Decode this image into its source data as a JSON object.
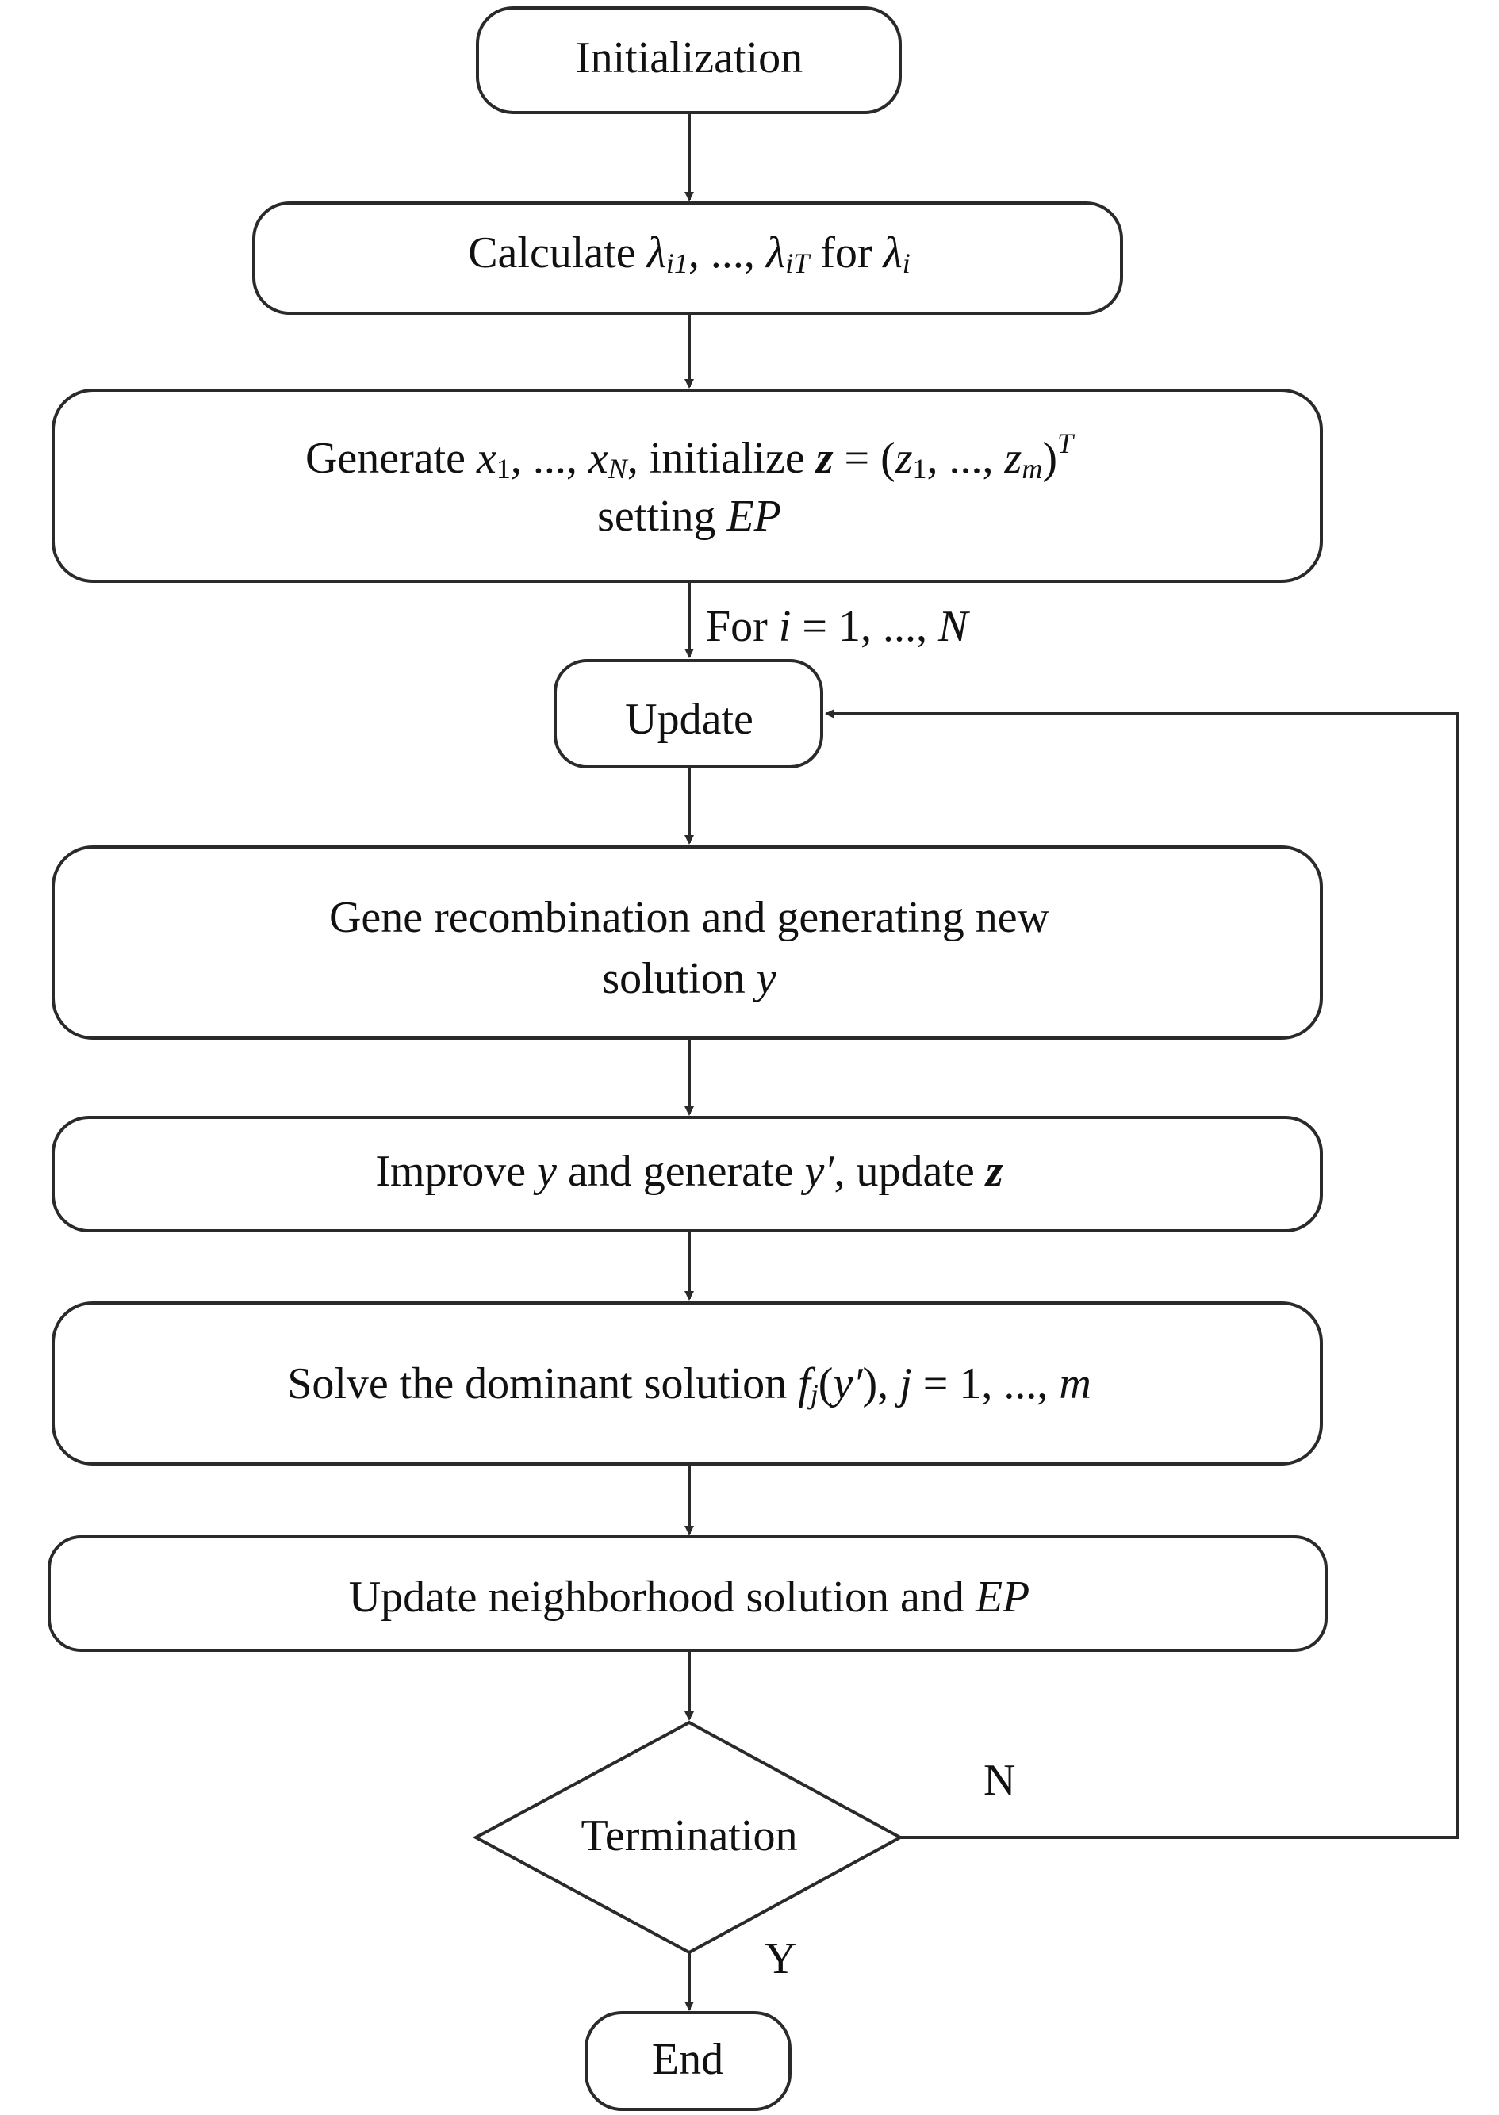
{
  "nodes": {
    "initialization": "Initialization",
    "calculate": {
      "prefix": "Calculate ",
      "lambda": "λ",
      "sub_i1": "i1",
      "sep": ", ..., ",
      "sub_iT": "iT",
      "for": " for ",
      "sub_i": "i"
    },
    "generate": {
      "prefix": "Generate ",
      "x": "x",
      "sub1": "1",
      "sep": ", ..., ",
      "subN": "N",
      "init": ", initialize ",
      "z": "z",
      "eq_open": " = (",
      "sep2": ", ..., ",
      "subm": "m",
      "close": ")",
      "supT": "T",
      "line2_prefix": "setting ",
      "ep": "EP"
    },
    "update": "Update",
    "gene": {
      "line1": "Gene recombination and generating new",
      "line2_prefix": "solution ",
      "y": "y"
    },
    "improve": {
      "prefix": "Improve ",
      "y": "y",
      "mid": " and generate ",
      "y_prime": "y′",
      "mid2": ", update ",
      "z": "z"
    },
    "solve": {
      "prefix": "Solve the dominant solution ",
      "f": "f",
      "sub_j": "j",
      "open": "(",
      "y_prime": "y′",
      "close": "), ",
      "j": "j",
      "rest": " = 1, ..., ",
      "m": "m"
    },
    "neighborhood": {
      "prefix": "Update neighborhood solution and ",
      "ep": "EP"
    },
    "termination": "Termination",
    "end": "End"
  },
  "edge_labels": {
    "loop": {
      "for": "For ",
      "i": "i",
      "range": " = 1, ..., ",
      "N": "N"
    },
    "no": "N",
    "yes": "Y"
  },
  "colors": {
    "stroke": "#2a2a2a",
    "text": "#111111",
    "background": "#ffffff"
  }
}
